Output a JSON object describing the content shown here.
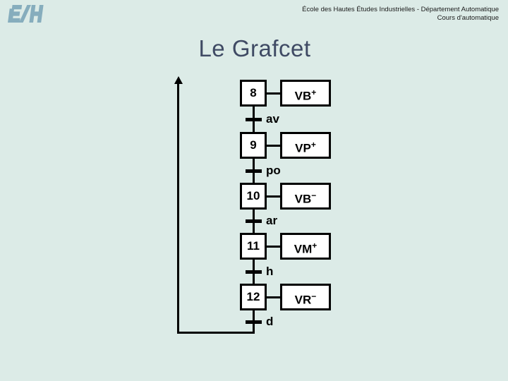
{
  "colors": {
    "background": "#dcebe7",
    "title": "#3f4a64",
    "logo": "#86adbd",
    "line": "#000000",
    "box_fill": "#ffffff"
  },
  "header": {
    "line1": "École des Hautes Études Industrielles - Département Automatique",
    "line2": "Cours d'automatique"
  },
  "title": "Le Grafcet",
  "diagram": {
    "type": "grafcet-sequence",
    "steps": [
      {
        "number": "8",
        "action_base": "VB",
        "action_sup": "+",
        "transition": "av"
      },
      {
        "number": "9",
        "action_base": "VP",
        "action_sup": "+",
        "transition": "po"
      },
      {
        "number": "10",
        "action_base": "VB",
        "action_sup": "−",
        "transition": "ar"
      },
      {
        "number": "11",
        "action_base": "VM",
        "action_sup": "+",
        "transition": "h"
      },
      {
        "number": "12",
        "action_base": "VR",
        "action_sup": "−",
        "transition": "d"
      }
    ]
  }
}
